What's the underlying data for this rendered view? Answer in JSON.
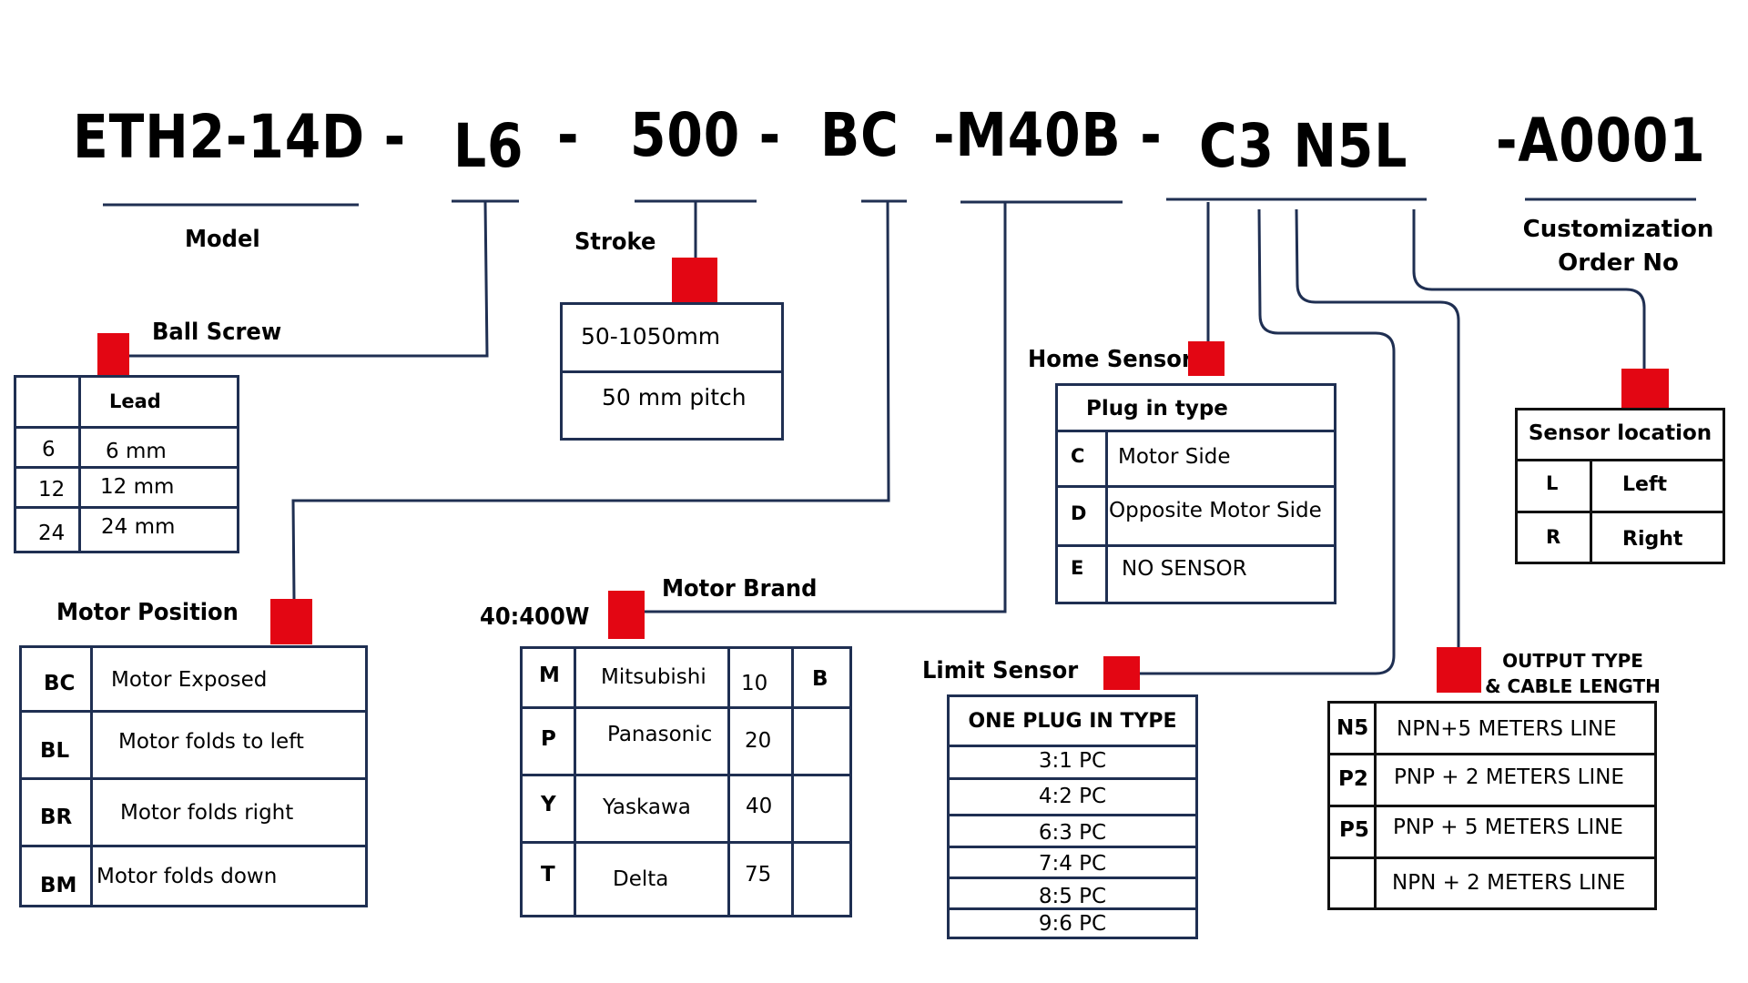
{
  "code": {
    "model": "ETH2-14D -",
    "ball_screw": "L6",
    "sep1": "-",
    "stroke": "500 -",
    "motor_position": "BC",
    "motor": "-M40B -",
    "sensors": "C3 N5L",
    "customization": "-A0001"
  },
  "labels": {
    "model": "Model",
    "ball_screw": "Ball Screw",
    "stroke": "Stroke",
    "motor_position": "Motor Position",
    "motor_power": "40:400W",
    "motor_brand": "Motor Brand",
    "home_sensor": "Home Sensor",
    "limit_sensor": "Limit Sensor",
    "output_type_line1": "OUTPUT TYPE",
    "output_type_line2": "& CABLE LENGTH",
    "customization_line1": "Customization",
    "customization_line2": "Order No"
  },
  "ball_screw_table": {
    "header": "Lead",
    "rows": [
      {
        "code": "6",
        "value": "6 mm"
      },
      {
        "code": "12",
        "value": "12 mm"
      },
      {
        "code": "24",
        "value": "24 mm"
      }
    ]
  },
  "stroke_table": {
    "rows": [
      "50-1050mm",
      "50 mm pitch"
    ]
  },
  "motor_position_table": {
    "rows": [
      {
        "code": "BC",
        "value": "Motor Exposed"
      },
      {
        "code": "BL",
        "value": "Motor folds to left"
      },
      {
        "code": "BR",
        "value": "Motor folds right"
      },
      {
        "code": "BM",
        "value": "Motor folds down"
      }
    ]
  },
  "motor_brand_table": {
    "rows": [
      {
        "code": "M",
        "brand": "Mitsubishi",
        "power": "10",
        "brake": "B"
      },
      {
        "code": "P",
        "brand": "Panasonic",
        "power": "20",
        "brake": ""
      },
      {
        "code": "Y",
        "brand": "Yaskawa",
        "power": "40",
        "brake": ""
      },
      {
        "code": "T",
        "brand": "Delta",
        "power": "75",
        "brake": ""
      }
    ]
  },
  "home_sensor_table": {
    "header": "Plug in type",
    "rows": [
      {
        "code": "C",
        "value": "Motor Side"
      },
      {
        "code": "D",
        "value": "Opposite Motor Side"
      },
      {
        "code": "E",
        "value": "NO SENSOR"
      }
    ]
  },
  "limit_sensor_table": {
    "header": "ONE PLUG IN TYPE",
    "rows": [
      "3:1 PC",
      "4:2 PC",
      "6:3 PC",
      "7:4 PC",
      "8:5 PC",
      "9:6 PC"
    ]
  },
  "output_type_table": {
    "rows": [
      {
        "code": "N5",
        "value": "NPN+5 METERS LINE"
      },
      {
        "code": "P2",
        "value": "PNP + 2 METERS LINE"
      },
      {
        "code": "P5",
        "value": "PNP + 5 METERS LINE"
      },
      {
        "code": "",
        "value": "NPN + 2 METERS LINE"
      }
    ]
  },
  "sensor_location_table": {
    "header": "Sensor location",
    "rows": [
      {
        "code": "L",
        "value": "Left"
      },
      {
        "code": "R",
        "value": "Right"
      }
    ]
  },
  "colors": {
    "line": "#1f2f52",
    "marker": "#e30613",
    "text": "#000000"
  }
}
